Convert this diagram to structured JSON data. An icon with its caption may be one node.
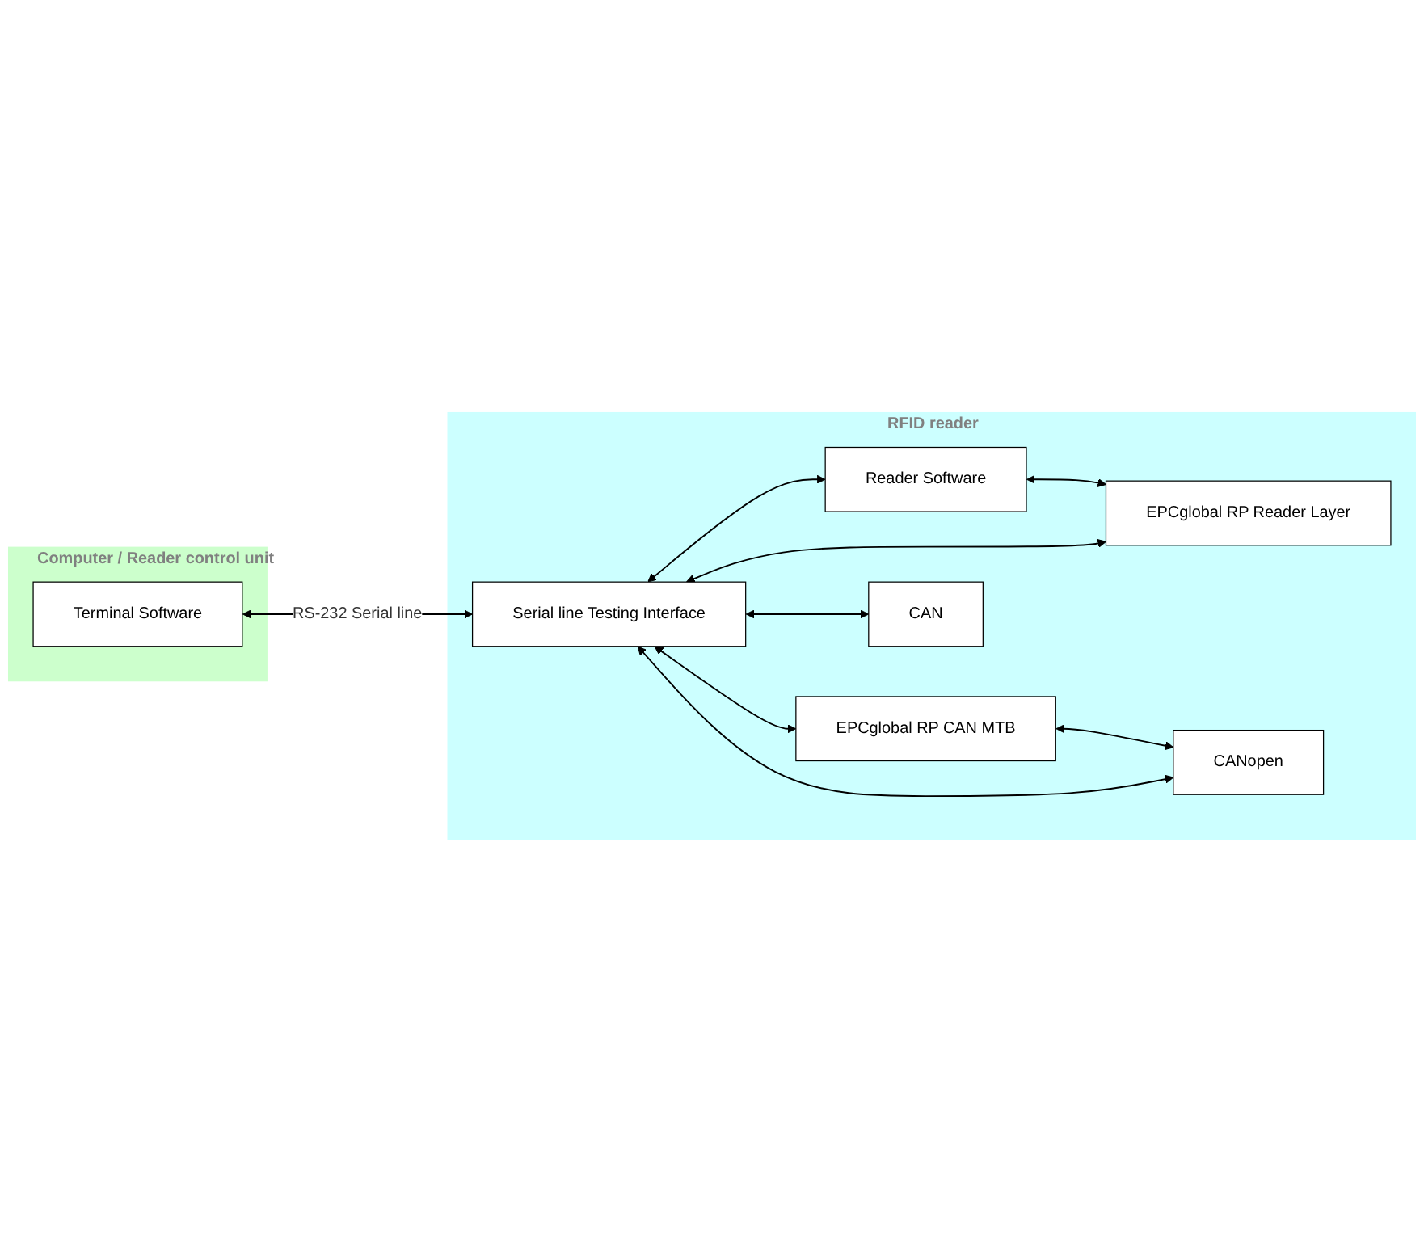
{
  "diagram": {
    "nodes": [
      {
        "text": [
          "RFID reader"
        ]
      },
      {
        "text": [
          "Serial line Testing Interface"
        ],
        "in": 0
      },
      {
        "text": [
          "Reader Software"
        ],
        "in": 0
      },
      {
        "text": [
          "EPCglobal RP Reader Layer"
        ],
        "in": 0
      },
      {
        "text": [
          "EPCglobal RP CAN MTB"
        ],
        "in": 0
      },
      {
        "text": [
          "CANopen"
        ],
        "in": 0
      },
      {
        "text": [
          "CAN"
        ],
        "in": 0
      },
      {
        "text": [
          "Computer / Reader control unit"
        ]
      },
      {
        "text": [
          "Terminal Software"
        ],
        "in": 7
      }
    ],
    "edges": [
      {
        "from": 1,
        "to": 2,
        "arrow": "both"
      },
      {
        "from": 2,
        "to": 3,
        "arrow": "both"
      },
      {
        "from": 1,
        "to": 3,
        "arrow": "both"
      },
      {
        "from": 1,
        "to": 4,
        "arrow": "both"
      },
      {
        "from": 4,
        "to": 5,
        "arrow": "both"
      },
      {
        "from": 1,
        "to": 5,
        "arrow": "both"
      },
      {
        "from": 1,
        "to": 6,
        "arrow": "both"
      },
      {
        "from": 8,
        "to": 1,
        "arrow": "both",
        "label": "RS-232 Serial line"
      }
    ]
  }
}
